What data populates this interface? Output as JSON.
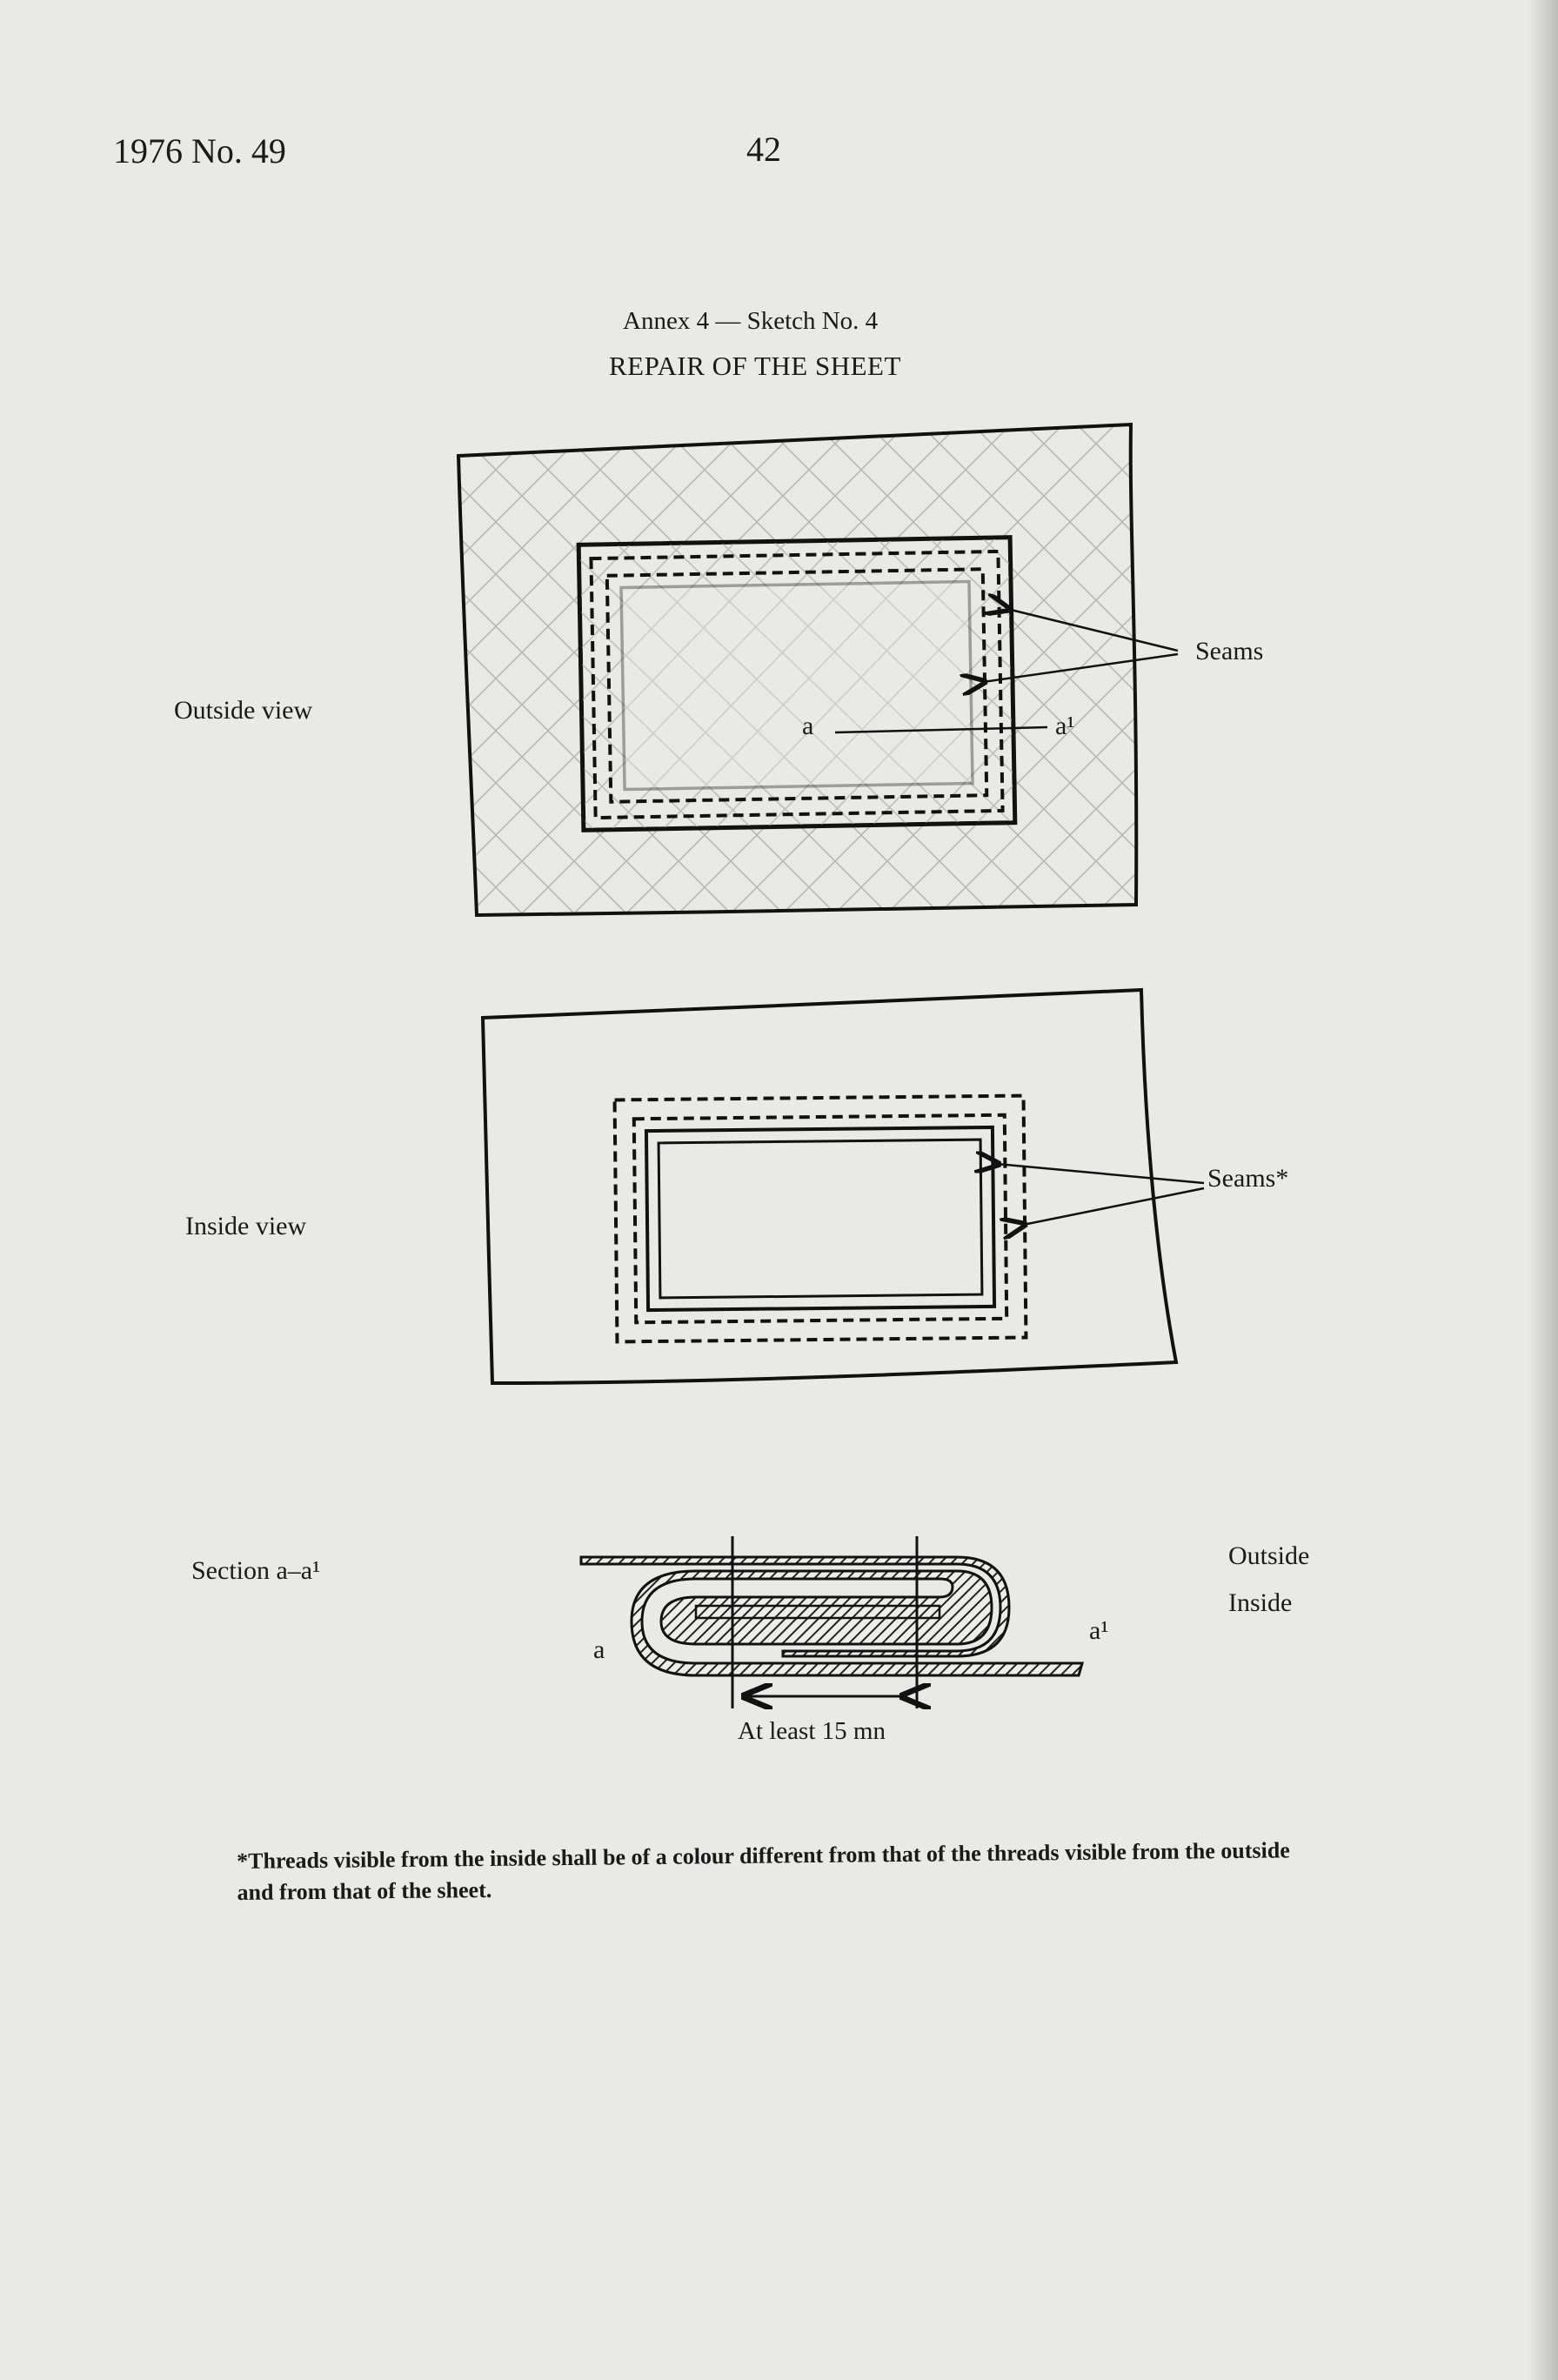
{
  "header": {
    "year_no": "1976 No. 49",
    "page_number": "42"
  },
  "heading": {
    "annex": "Annex 4 — Sketch No. 4",
    "title": "REPAIR OF THE SHEET"
  },
  "labels": {
    "outside_view": "Outside view",
    "inside_view": "Inside view",
    "section": "Section a–a¹",
    "seams": "Seams",
    "seams_star": "Seams*",
    "a": "a",
    "a1": "a¹",
    "outside": "Outside",
    "inside": "Inside",
    "at_least": "At least 15 mn"
  },
  "footnote": "*Threads visible from the inside shall be of a colour different from that of the threads visible from the outside and from that of the sheet."
}
